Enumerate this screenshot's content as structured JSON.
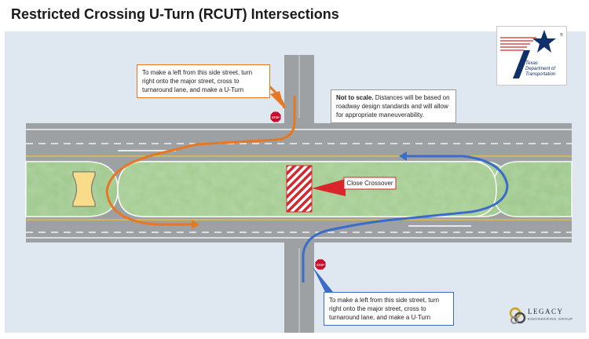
{
  "title": "Restricted Crossing U-Turn (RCUT) Intersections",
  "callouts": {
    "left_turn_north": "To make a left from this side street, turn right onto the major street, cross to turnaround lane, and make a U-Turn",
    "left_turn_south": "To make a left from this side street, turn right onto the major street, cross to turnaround lane, and make a U-Turn"
  },
  "note": {
    "bold": "Not to scale.",
    "text": " Distances will be based on roadway design standards and will allow for appropriate maneuverability."
  },
  "close_crossover": "Close Crossover",
  "signs": {
    "stop": "STOP"
  },
  "logos": {
    "txdot": "Texas Department of Transportation",
    "txdot_mark": "®",
    "legacy_name": "LEGACY",
    "legacy_sub": "ENGINEERING GROUP"
  },
  "colors": {
    "background": "#dfe8f1",
    "road": "#9ea1a4",
    "median": "#9cc68a",
    "left_turn_path": "#e87722",
    "u_turn_path": "#3b6cc9",
    "closed_crossover": "#d9262c",
    "yellow_line": "#f2c230"
  },
  "icons": [
    "stop-sign-icon",
    "txdot-star-icon",
    "legacy-knot-icon"
  ]
}
